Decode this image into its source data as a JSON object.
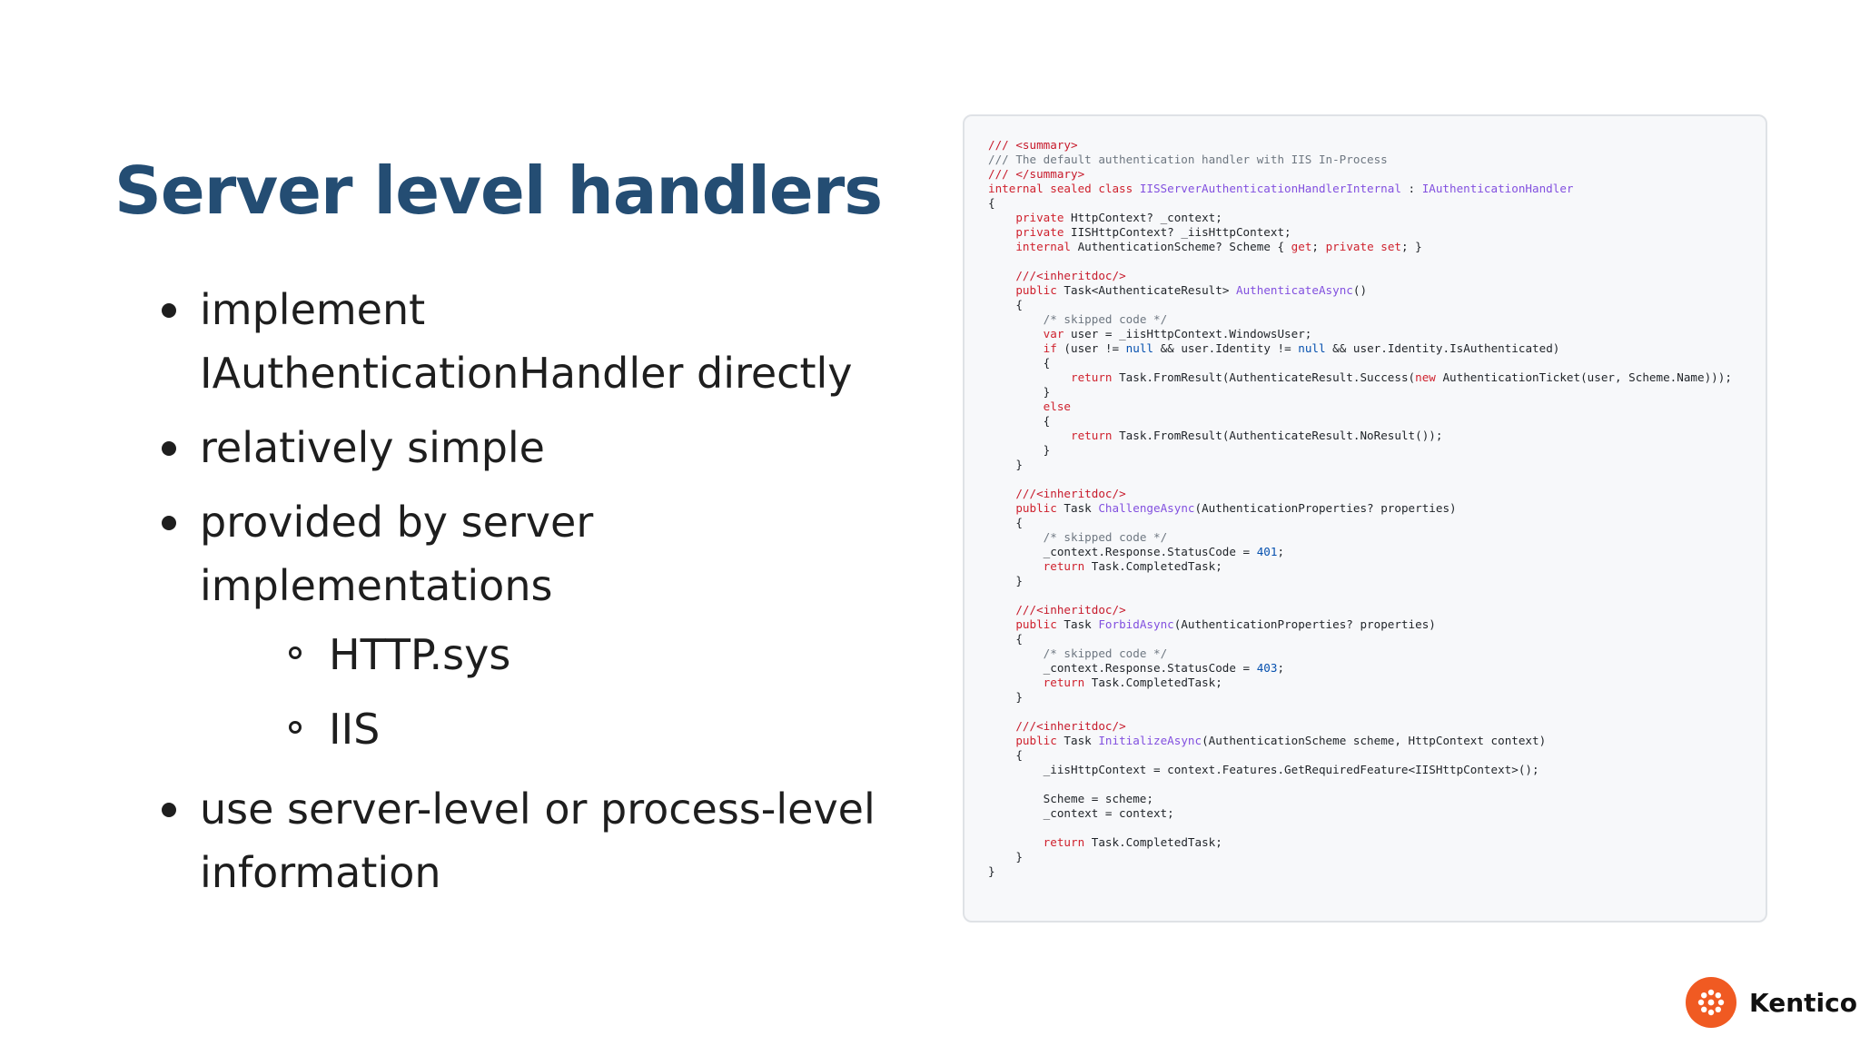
{
  "slide": {
    "title": "Server level handlers",
    "bullets": [
      {
        "text": "implement IAuthenticationHandler directly"
      },
      {
        "text": "relatively simple"
      },
      {
        "text": "provided by server implementations",
        "subitems": [
          "HTTP.sys",
          "IIS"
        ]
      },
      {
        "text": "use server-level or process-level information"
      }
    ]
  },
  "code": {
    "lines": [
      [
        {
          "t": "/// <summary>",
          "c": "cm"
        }
      ],
      [
        {
          "t": "/// The default authentication handler with IIS In-Process",
          "c": "cg"
        }
      ],
      [
        {
          "t": "/// </summary>",
          "c": "cm"
        }
      ],
      [
        {
          "t": "internal sealed class ",
          "c": "kw"
        },
        {
          "t": "IISServerAuthenticationHandlerInternal",
          "c": "ty"
        },
        {
          "t": " : "
        },
        {
          "t": "IAuthenticationHandler",
          "c": "ty"
        }
      ],
      [
        {
          "t": "{"
        }
      ],
      [
        {
          "t": "    "
        },
        {
          "t": "private",
          "c": "kw"
        },
        {
          "t": " HttpContext? _context;"
        }
      ],
      [
        {
          "t": "    "
        },
        {
          "t": "private",
          "c": "kw"
        },
        {
          "t": " IISHttpContext? _iisHttpContext;"
        }
      ],
      [
        {
          "t": "    "
        },
        {
          "t": "internal",
          "c": "kw"
        },
        {
          "t": " AuthenticationScheme? Scheme { "
        },
        {
          "t": "get",
          "c": "kw"
        },
        {
          "t": "; "
        },
        {
          "t": "private set",
          "c": "kw"
        },
        {
          "t": "; }"
        }
      ],
      [
        {
          "t": ""
        }
      ],
      [
        {
          "t": "    "
        },
        {
          "t": "///<inheritdoc/>",
          "c": "cm"
        }
      ],
      [
        {
          "t": "    "
        },
        {
          "t": "public",
          "c": "kw"
        },
        {
          "t": " Task<AuthenticateResult> "
        },
        {
          "t": "AuthenticateAsync",
          "c": "ty"
        },
        {
          "t": "()"
        }
      ],
      [
        {
          "t": "    {"
        }
      ],
      [
        {
          "t": "        "
        },
        {
          "t": "/* skipped code */",
          "c": "cg"
        }
      ],
      [
        {
          "t": "        "
        },
        {
          "t": "var",
          "c": "kw"
        },
        {
          "t": " user = _iisHttpContext.WindowsUser;"
        }
      ],
      [
        {
          "t": "        "
        },
        {
          "t": "if",
          "c": "kw"
        },
        {
          "t": " (user != "
        },
        {
          "t": "null",
          "c": "lit"
        },
        {
          "t": " && user.Identity != "
        },
        {
          "t": "null",
          "c": "lit"
        },
        {
          "t": " && user.Identity.IsAuthenticated)"
        }
      ],
      [
        {
          "t": "        {"
        }
      ],
      [
        {
          "t": "            "
        },
        {
          "t": "return",
          "c": "kw"
        },
        {
          "t": " Task.FromResult(AuthenticateResult.Success("
        },
        {
          "t": "new",
          "c": "kw"
        },
        {
          "t": " AuthenticationTicket(user, Scheme.Name)));"
        }
      ],
      [
        {
          "t": "        }"
        }
      ],
      [
        {
          "t": "        "
        },
        {
          "t": "else",
          "c": "kw"
        }
      ],
      [
        {
          "t": "        {"
        }
      ],
      [
        {
          "t": "            "
        },
        {
          "t": "return",
          "c": "kw"
        },
        {
          "t": " Task.FromResult(AuthenticateResult.NoResult());"
        }
      ],
      [
        {
          "t": "        }"
        }
      ],
      [
        {
          "t": "    }"
        }
      ],
      [
        {
          "t": ""
        }
      ],
      [
        {
          "t": "    "
        },
        {
          "t": "///<inheritdoc/>",
          "c": "cm"
        }
      ],
      [
        {
          "t": "    "
        },
        {
          "t": "public",
          "c": "kw"
        },
        {
          "t": " Task "
        },
        {
          "t": "ChallengeAsync",
          "c": "ty"
        },
        {
          "t": "(AuthenticationProperties? properties)"
        }
      ],
      [
        {
          "t": "    {"
        }
      ],
      [
        {
          "t": "        "
        },
        {
          "t": "/* skipped code */",
          "c": "cg"
        }
      ],
      [
        {
          "t": "        _context.Response.StatusCode = "
        },
        {
          "t": "401",
          "c": "lit"
        },
        {
          "t": ";"
        }
      ],
      [
        {
          "t": "        "
        },
        {
          "t": "return",
          "c": "kw"
        },
        {
          "t": " Task.CompletedTask;"
        }
      ],
      [
        {
          "t": "    }"
        }
      ],
      [
        {
          "t": ""
        }
      ],
      [
        {
          "t": "    "
        },
        {
          "t": "///<inheritdoc/>",
          "c": "cm"
        }
      ],
      [
        {
          "t": "    "
        },
        {
          "t": "public",
          "c": "kw"
        },
        {
          "t": " Task "
        },
        {
          "t": "ForbidAsync",
          "c": "ty"
        },
        {
          "t": "(AuthenticationProperties? properties)"
        }
      ],
      [
        {
          "t": "    {"
        }
      ],
      [
        {
          "t": "        "
        },
        {
          "t": "/* skipped code */",
          "c": "cg"
        }
      ],
      [
        {
          "t": "        _context.Response.StatusCode = "
        },
        {
          "t": "403",
          "c": "lit"
        },
        {
          "t": ";"
        }
      ],
      [
        {
          "t": "        "
        },
        {
          "t": "return",
          "c": "kw"
        },
        {
          "t": " Task.CompletedTask;"
        }
      ],
      [
        {
          "t": "    }"
        }
      ],
      [
        {
          "t": ""
        }
      ],
      [
        {
          "t": "    "
        },
        {
          "t": "///<inheritdoc/>",
          "c": "cm"
        }
      ],
      [
        {
          "t": "    "
        },
        {
          "t": "public",
          "c": "kw"
        },
        {
          "t": " Task "
        },
        {
          "t": "InitializeAsync",
          "c": "ty"
        },
        {
          "t": "(AuthenticationScheme scheme, HttpContext context)"
        }
      ],
      [
        {
          "t": "    {"
        }
      ],
      [
        {
          "t": "        _iisHttpContext = context.Features.GetRequiredFeature<IISHttpContext>();"
        }
      ],
      [
        {
          "t": ""
        }
      ],
      [
        {
          "t": "        Scheme = scheme;"
        }
      ],
      [
        {
          "t": "        _context = context;"
        }
      ],
      [
        {
          "t": ""
        }
      ],
      [
        {
          "t": "        "
        },
        {
          "t": "return",
          "c": "kw"
        },
        {
          "t": " Task.CompletedTask;"
        }
      ],
      [
        {
          "t": "    }"
        }
      ],
      [
        {
          "t": "}"
        }
      ]
    ]
  },
  "logo": {
    "text": "Kentico",
    "color": "#f05a22"
  },
  "colors": {
    "title": "#244d73",
    "comment": "#c71a2b",
    "keyword": "#cf222e",
    "type": "#8250df",
    "literal": "#0550ae"
  }
}
